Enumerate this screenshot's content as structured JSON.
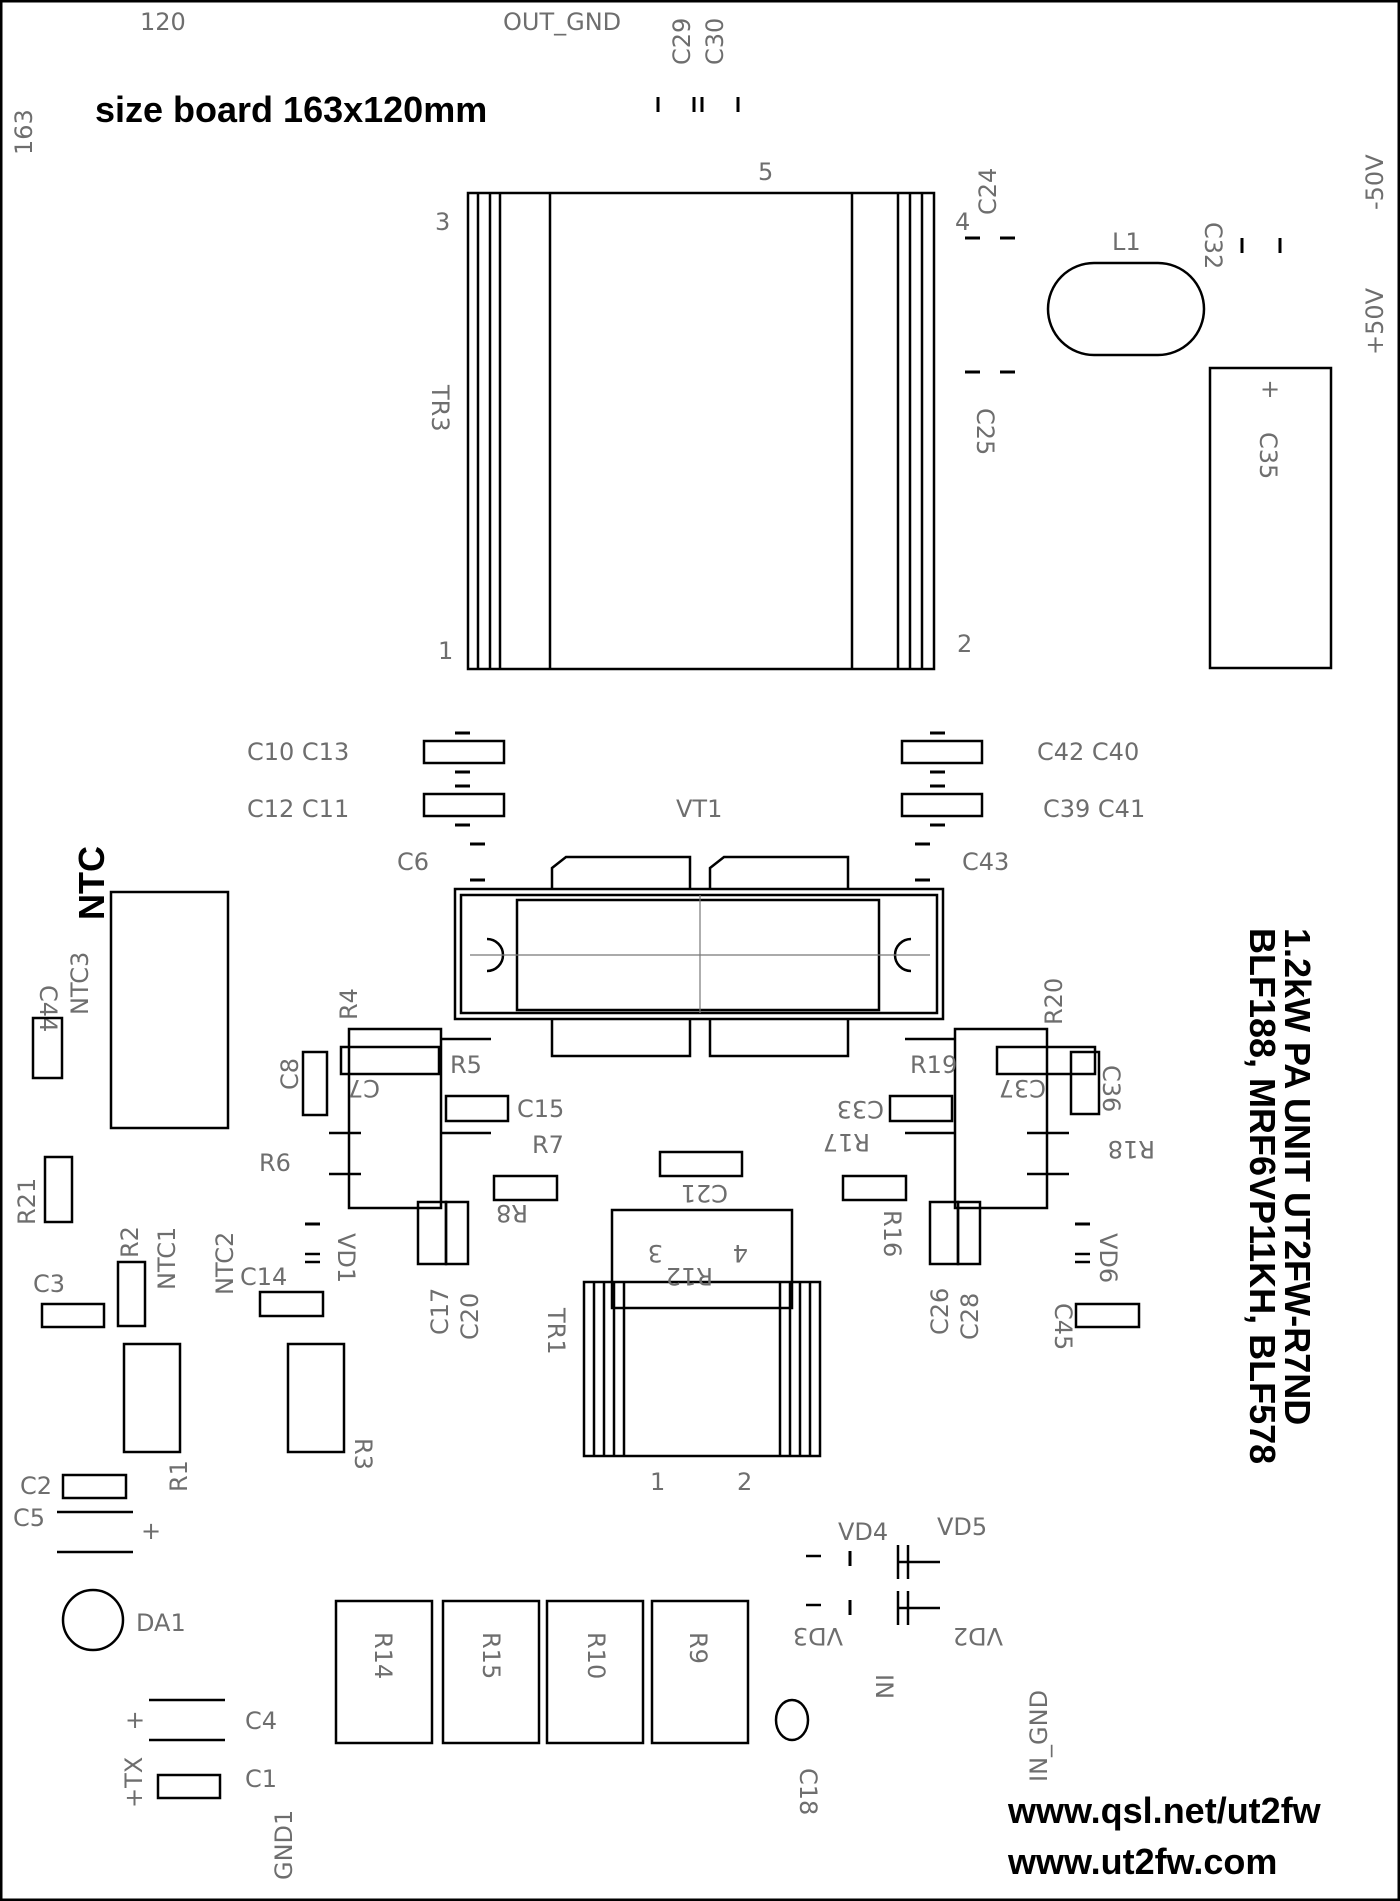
{
  "header": {
    "board_size": "size board 163x120mm",
    "width_mm": "120",
    "height_mm": "163"
  },
  "title_block": {
    "line1": "1.2kW PA UNIT   UT2FW-R7ND",
    "line2": "BLF188, MRF6VP11KH, BLF578"
  },
  "footer": {
    "url1": "www.qsl.net/ut2fw",
    "url2": "www.ut2fw.com"
  },
  "connectors": {
    "out_gnd": "OUT_GND",
    "minus_50v": "-50V",
    "plus_50v": "+50V",
    "in_label": "IN",
    "in_gnd": "IN_GND",
    "plus_tx": "+TX",
    "gnd1": "GND1"
  },
  "tr3": {
    "ref": "TR3",
    "pin1": "1",
    "pin2": "2",
    "pin3": "3",
    "pin4": "4",
    "pin5": "5"
  },
  "tr1": {
    "ref": "TR1",
    "pin1": "1",
    "pin2": "2",
    "pin3": "3",
    "pin4": "4"
  },
  "vt1": {
    "ref": "VT1"
  },
  "ntc": {
    "ref": "NTC"
  },
  "labels": {
    "C29": "C29",
    "C30": "C30",
    "C24": "C24",
    "C25": "C25",
    "C32": "C32",
    "L1": "L1",
    "C35": "C35",
    "C35_plus": "+",
    "C10C13": "C10 C13",
    "C12C11": "C12 C11",
    "C6": "C6",
    "C42C40": "C42 C40",
    "C39C41": "C39 C41",
    "C43": "C43",
    "C44": "C44",
    "NTC3": "NTC3",
    "R4": "R4",
    "C8": "C8",
    "C7": "C7",
    "R5": "R5",
    "C15": "C15",
    "R6": "R6",
    "R7": "R7",
    "R8": "R8",
    "C21": "C21",
    "R12": "R12",
    "R20": "R20",
    "R19": "R19",
    "C37": "C37",
    "C36": "C36",
    "C33": "C33",
    "R17": "R17",
    "R18": "R18",
    "R16": "R16",
    "R21": "R21",
    "R2": "R2",
    "NTC1": "NTC1",
    "NTC2": "NTC2",
    "C14": "C14",
    "VD1": "VD1",
    "C3": "C3",
    "C17": "C17",
    "C20": "C20",
    "C26": "C26",
    "C28": "C28",
    "VD6": "VD6",
    "C45": "C45",
    "R1": "R1",
    "R3": "R3",
    "C2": "C2",
    "C5": "C5",
    "C5_plus": "+",
    "DA1": "DA1",
    "VD4": "VD4",
    "VD5": "VD5",
    "VD3": "VD3",
    "VD2": "VD2",
    "R14": "R14",
    "R15": "R15",
    "R10": "R10",
    "R9": "R9",
    "C4": "C4",
    "C4_plus": "+",
    "C1": "C1",
    "C18": "C18"
  }
}
